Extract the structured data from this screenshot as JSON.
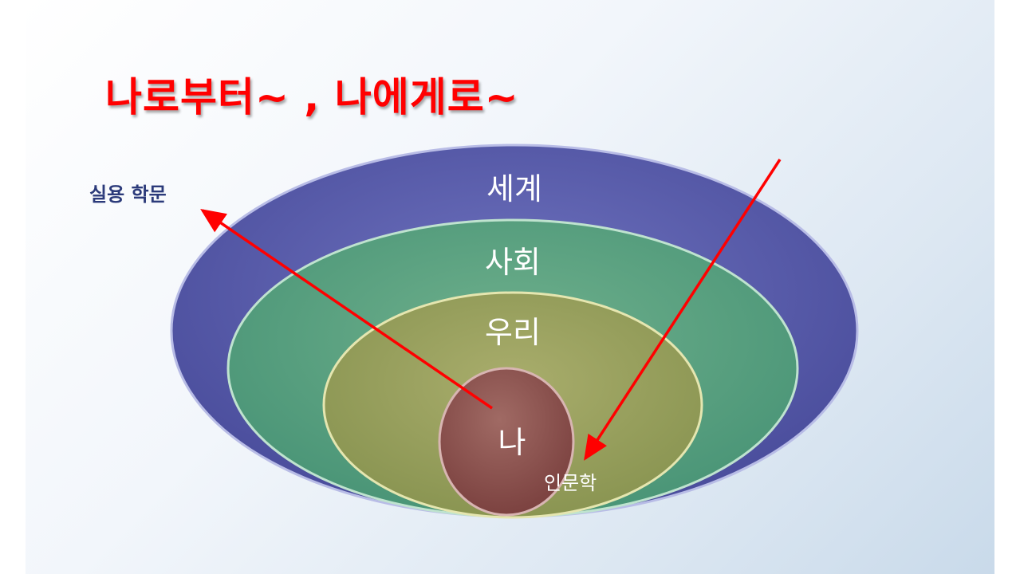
{
  "title": "나로부터~ , 나에게로~",
  "rings": [
    {
      "label": "세계",
      "color": "#5558a8"
    },
    {
      "label": "사회",
      "color": "#55a07e"
    },
    {
      "label": "우리",
      "color": "#95a060"
    },
    {
      "label": "나",
      "color": "#8f5450"
    }
  ],
  "annotations": {
    "outward": "실용 학문",
    "inward": "인문학"
  },
  "colors": {
    "title": "#ff0000",
    "arrow": "#ff0000",
    "outward_label": "#2b3a7a",
    "inward_label": "#ffffff"
  }
}
